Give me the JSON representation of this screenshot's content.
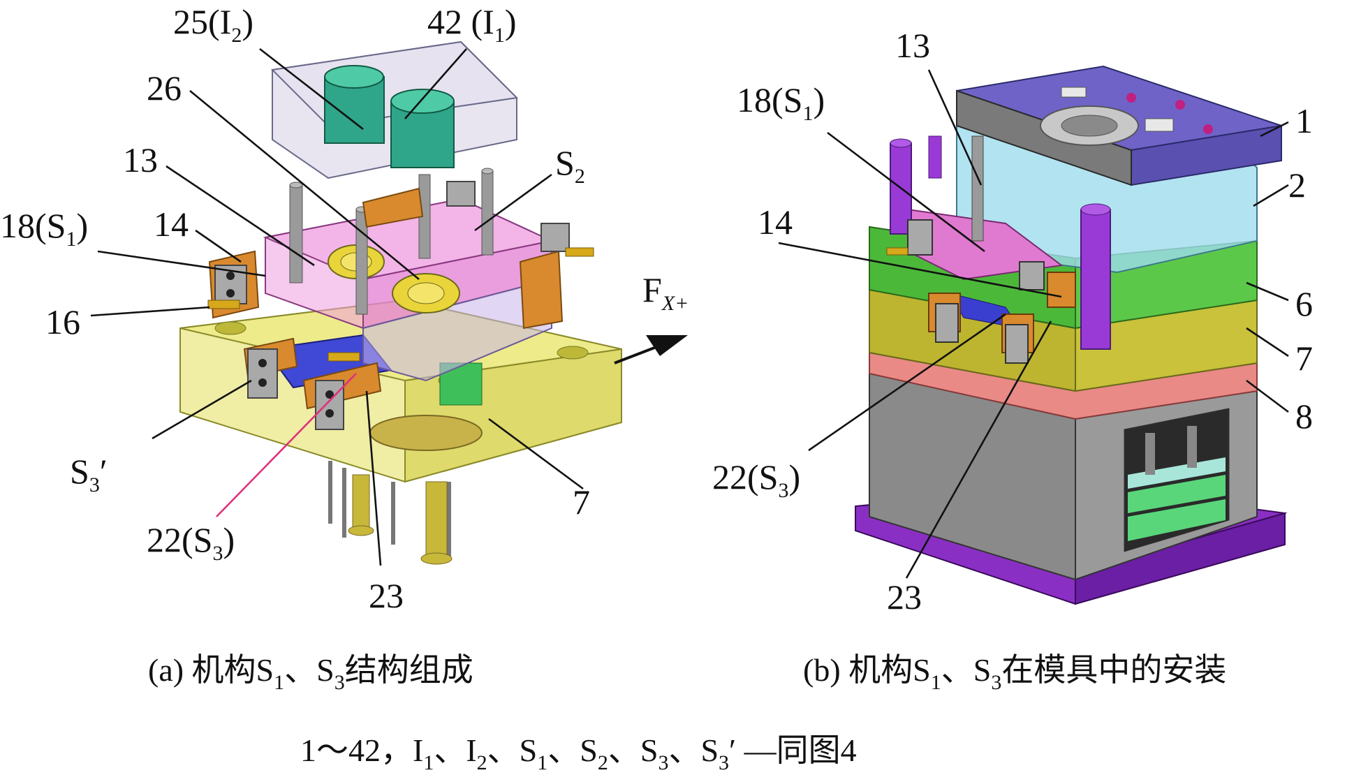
{
  "panel_a": {
    "callouts": [
      {
        "id": "25",
        "main": "25(I",
        "sub": "2",
        "tail": ")"
      },
      {
        "id": "42",
        "main": "42 (I",
        "sub": "1",
        "tail": ")"
      },
      {
        "id": "26",
        "main": "26"
      },
      {
        "id": "13",
        "main": "13"
      },
      {
        "id": "s2",
        "main": "S",
        "sub": "2"
      },
      {
        "id": "18",
        "main": "18(S",
        "sub": "1",
        "tail": ")"
      },
      {
        "id": "14",
        "main": "14"
      },
      {
        "id": "16",
        "main": "16"
      },
      {
        "id": "fx",
        "main": "F",
        "sub": "X+"
      },
      {
        "id": "s3p",
        "main": "S",
        "sub": "3",
        "tail": "′"
      },
      {
        "id": "22",
        "main": "22(S",
        "sub": "3",
        "tail": ")"
      },
      {
        "id": "7",
        "main": "7"
      },
      {
        "id": "23",
        "main": "23"
      }
    ],
    "caption": {
      "pre": "(a) 机构S",
      "s1": "1",
      "mid": "、S",
      "s3": "3",
      "post": "结构组成"
    }
  },
  "panel_b": {
    "callouts": [
      {
        "id": "13",
        "main": "13"
      },
      {
        "id": "18",
        "main": "18(S",
        "sub": "1",
        "tail": ")"
      },
      {
        "id": "14",
        "main": "14"
      },
      {
        "id": "1",
        "main": "1"
      },
      {
        "id": "2",
        "main": "2"
      },
      {
        "id": "6",
        "main": "6"
      },
      {
        "id": "7",
        "main": "7"
      },
      {
        "id": "8",
        "main": "8"
      },
      {
        "id": "22",
        "main": "22(S",
        "sub": "3",
        "tail": ")"
      },
      {
        "id": "23",
        "main": "23"
      }
    ],
    "caption": {
      "pre": "(b) 机构S",
      "s1": "1",
      "mid": "、S",
      "s3": "3",
      "post": "在模具中的安装"
    }
  },
  "legend": {
    "t1": "1～42，I",
    "a": "1",
    "t2": "、I",
    "b": "2",
    "t3": "、S",
    "c": "1",
    "t4": "、S",
    "d": "2",
    "t5": "、S",
    "e": "3",
    "t6": "、S",
    "f": "3",
    "t7": "′ —同图4"
  },
  "colors": {
    "yellow_plate": "#d9d64a",
    "pink_plate": "#e07ad0",
    "green_insert": "#2fa58a",
    "purple_top": "#6f63c8",
    "light_blue": "#8fd3e8",
    "green_plate": "#5cc84a",
    "olive_plate": "#c9c23a",
    "salmon_plate": "#e98a86",
    "gray_block": "#8a8a8a",
    "purple_base": "#8a2fc4",
    "orange_slider": "#d9892e",
    "blue_slider": "#3a3fd0"
  }
}
